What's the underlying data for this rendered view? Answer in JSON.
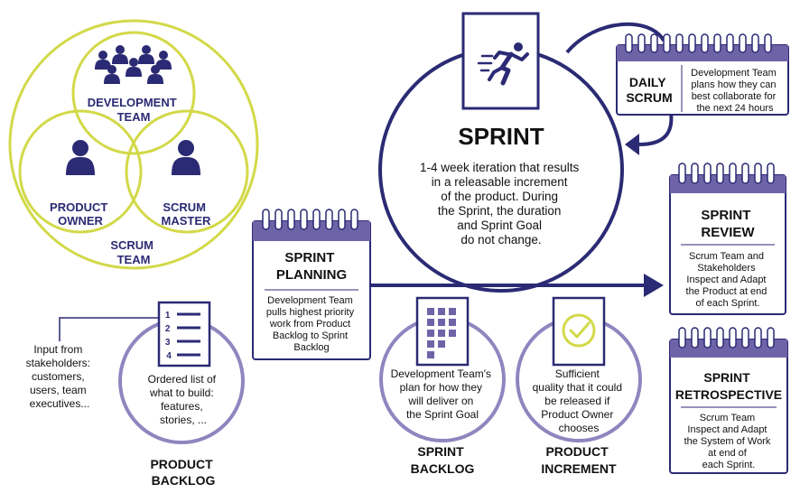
{
  "scrum_team": {
    "dev_team": [
      "DEVELOPMENT",
      "TEAM"
    ],
    "product_owner": [
      "PRODUCT",
      "OWNER"
    ],
    "scrum_master": [
      "SCRUM",
      "MASTER"
    ],
    "label": [
      "SCRUM",
      "TEAM"
    ]
  },
  "sprint": {
    "title": "SPRINT",
    "desc": [
      "1-4 week iteration that results",
      "in a releasable increment",
      "of the product. During",
      "the Sprint, the duration",
      "and Sprint Goal",
      "do not change."
    ]
  },
  "daily_scrum": {
    "title": [
      "DAILY",
      "SCRUM"
    ],
    "desc": [
      "Development Team",
      "plans how they can",
      "best collaborate for",
      "the next 24 hours"
    ]
  },
  "sprint_planning": {
    "title": [
      "SPRINT",
      "PLANNING"
    ],
    "desc": [
      "Development Team",
      "pulls highest priority",
      "work from Product",
      "Backlog to Sprint",
      "Backlog"
    ]
  },
  "sprint_review": {
    "title": [
      "SPRINT",
      "REVIEW"
    ],
    "desc": [
      "Scrum Team and",
      "Stakeholders",
      "Inspect and Adapt",
      "the Product at end",
      "of each Sprint."
    ]
  },
  "sprint_retrospective": {
    "title": [
      "SPRINT",
      "RETROSPECTIVE"
    ],
    "desc": [
      "Scrum Team",
      "Inspect and Adapt",
      "the System of Work",
      "at end of",
      "each Sprint."
    ]
  },
  "product_backlog": {
    "input": [
      "Input from",
      "stakeholders:",
      "customers,",
      "users, team",
      "executives..."
    ],
    "desc": [
      "Ordered list of",
      "what to build:",
      "features,",
      "stories, ..."
    ],
    "list_numbers": [
      "1",
      "2",
      "3",
      "4"
    ],
    "label": [
      "PRODUCT",
      "BACKLOG"
    ]
  },
  "sprint_backlog": {
    "desc": [
      "Development Team's",
      "plan for how they",
      "will deliver on",
      "the Sprint Goal"
    ],
    "label": [
      "SPRINT",
      "BACKLOG"
    ]
  },
  "product_increment": {
    "desc": [
      "Sufficient",
      "quality that it could",
      "be released if",
      "Product Owner",
      "chooses"
    ],
    "label": [
      "PRODUCT",
      "INCREMENT"
    ]
  },
  "colors": {
    "navy": "#2b2a74",
    "purple": "#6f63a8",
    "light_purple": "#8f86bf",
    "lime": "#d2d948"
  },
  "icons": [
    "runner-icon",
    "people-group-icon",
    "person-icon",
    "list-icon",
    "grid-icon",
    "check-circle-icon",
    "calendar-icon"
  ]
}
